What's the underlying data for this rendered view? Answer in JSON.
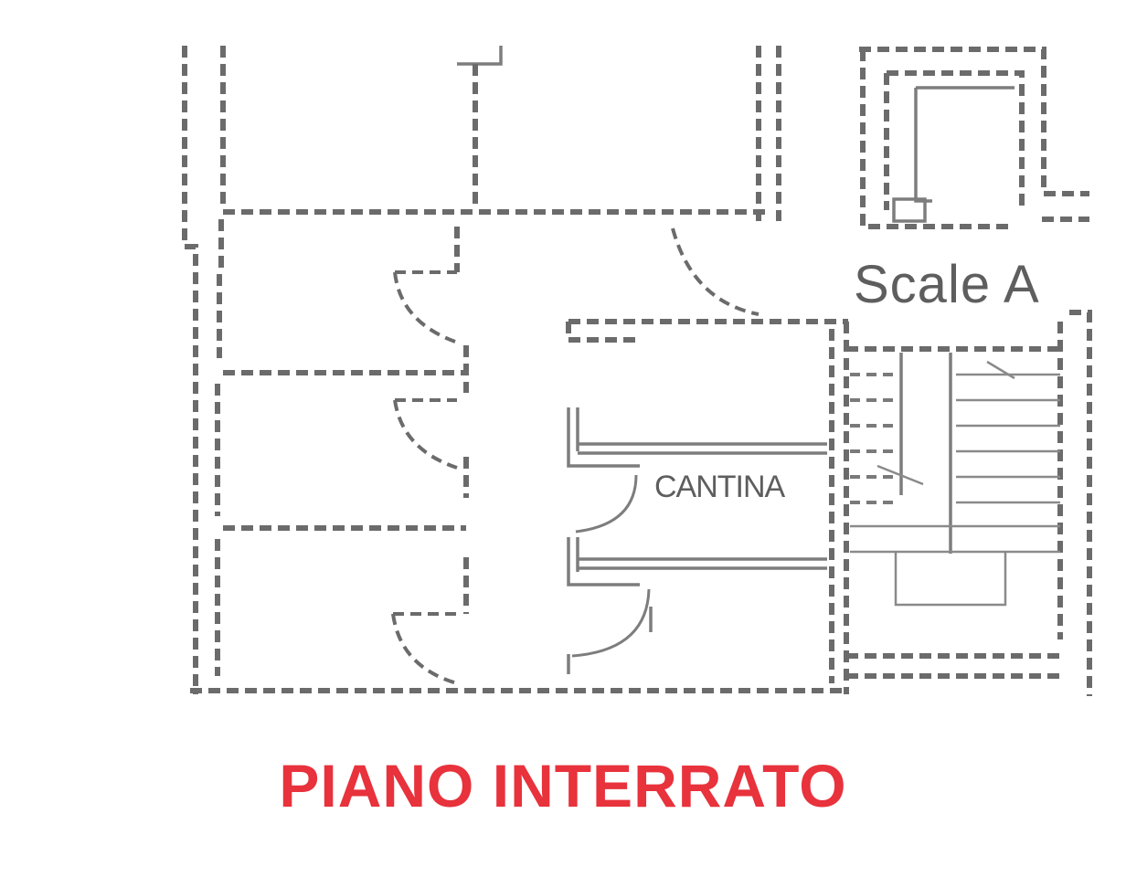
{
  "plan": {
    "stair_label": "Scale A",
    "room_label": "CANTINA"
  },
  "floor_title": "PIANO INTERRATO",
  "colors": {
    "title": "#e8323c",
    "walls": "#6b6b6b",
    "labels": "#5e5e5e",
    "background": "#ffffff"
  }
}
